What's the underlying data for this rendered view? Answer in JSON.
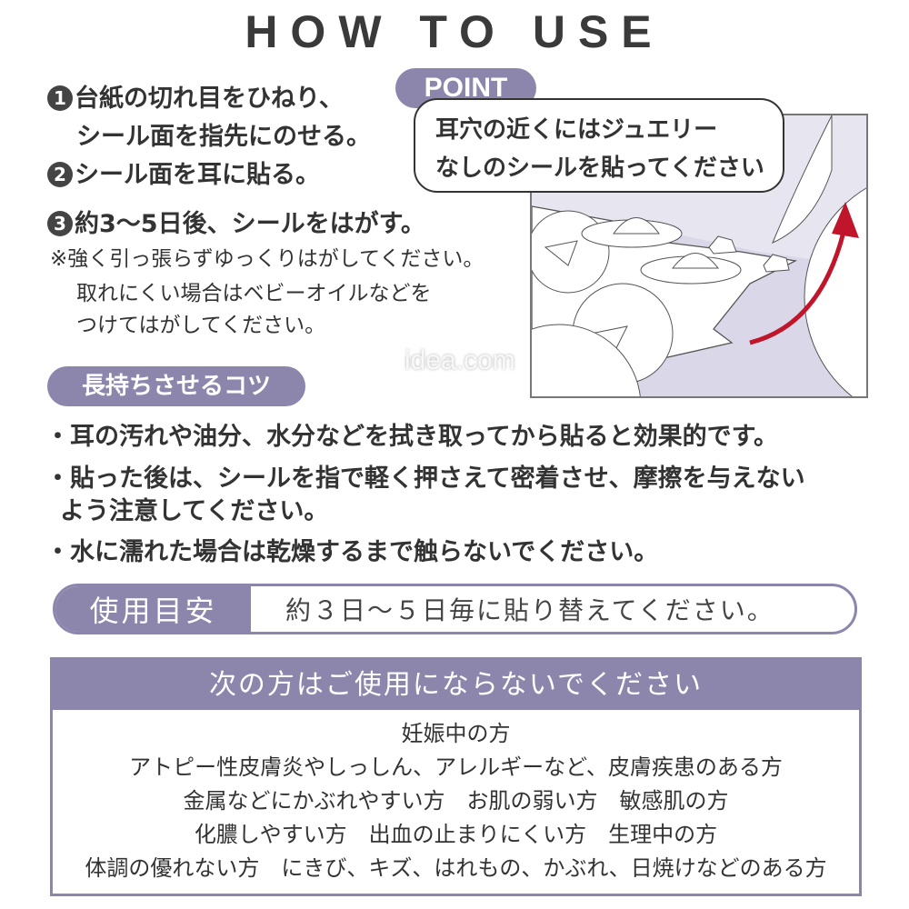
{
  "title": "HOW TO USE",
  "steps": [
    {
      "num": "1",
      "text": "台紙の切れ目をひねり、",
      "cont": "シール面を指先にのせる。"
    },
    {
      "num": "2",
      "text": "シール面を耳に貼る。"
    },
    {
      "num": "3",
      "text": "約3〜5日後、シールをはがす。"
    }
  ],
  "notes": [
    "※強く引っ張らずゆっくりはがしてください。",
    "取れにくい場合はベビーオイルなどを",
    "つけてはがしてください。"
  ],
  "point": {
    "label": "POINT",
    "bubble_line1": "耳穴の近くにはジュエリー",
    "bubble_line2": "なしのシールを貼ってください"
  },
  "tips": {
    "label": "長持ちさせるコツ",
    "items": [
      "・耳の汚れや油分、水分などを拭き取ってから貼ると効果的です。",
      "・貼った後は、シールを指で軽く押さえて密着させ、摩擦を与えない",
      "よう注意してください。",
      "・水に濡れた場合は乾燥するまで触らないでください。"
    ]
  },
  "usage": {
    "label": "使用目安",
    "text": "約３日〜５日毎に貼り替えてください。"
  },
  "warning": {
    "title": "次の方はご使用にならないでください",
    "lines": [
      "妊娠中の方",
      "アトピー性皮膚炎やしっしん、アレルギーなど、皮膚疾患のある方",
      "金属などにかぶれやすい方　お肌の弱い方　敏感肌の方",
      "化膿しやすい方　出血の止まりにくい方　生理中の方",
      "体調の優れない方　にきび、キズ、はれもの、かぶれ、日焼けなどのある方"
    ]
  },
  "watermark": "idea.com",
  "colors": {
    "accent": "#8c86ad",
    "arrow": "#c0152a",
    "text": "#333333"
  }
}
